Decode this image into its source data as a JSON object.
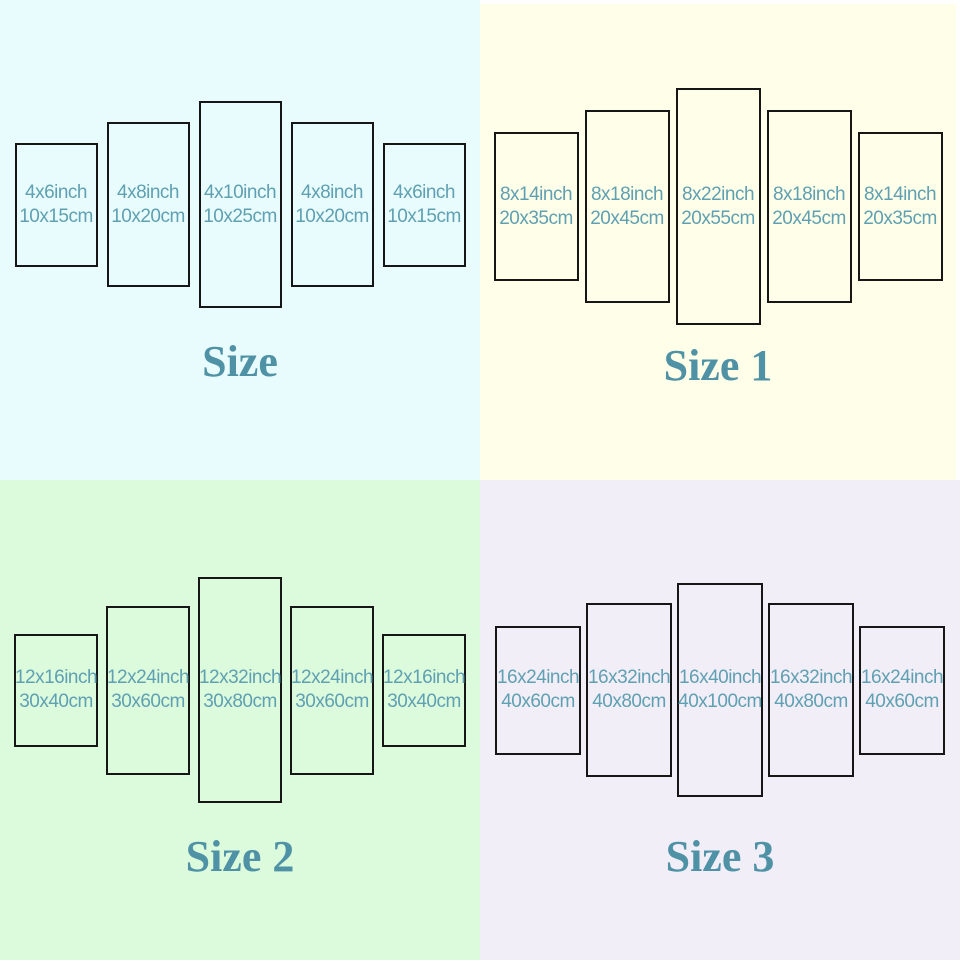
{
  "colors": {
    "page_background": "#ffffff",
    "quadrant_backgrounds": {
      "size": "#e8fcfd",
      "size_1": "#fffee8",
      "size_2": "#dcfbdd",
      "size_3": "#f2eef8"
    },
    "label_text": "#5fa0b2",
    "title_text": "#4f92a6",
    "panel_border": "#161616"
  },
  "quadrants": [
    {
      "title": "Size",
      "panels": [
        {
          "line1": "4x6inch",
          "line2": "10x15cm"
        },
        {
          "line1": "4x8inch",
          "line2": "10x20cm"
        },
        {
          "line1": "4x10inch",
          "line2": "10x25cm"
        },
        {
          "line1": "4x8inch",
          "line2": "10x20cm"
        },
        {
          "line1": "4x6inch",
          "line2": "10x15cm"
        }
      ]
    },
    {
      "title": "Size 1",
      "panels": [
        {
          "line1": "8x14inch",
          "line2": "20x35cm"
        },
        {
          "line1": "8x18inch",
          "line2": "20x45cm"
        },
        {
          "line1": "8x22inch",
          "line2": "20x55cm"
        },
        {
          "line1": "8x18inch",
          "line2": "20x45cm"
        },
        {
          "line1": "8x14inch",
          "line2": "20x35cm"
        }
      ]
    },
    {
      "title": "Size 2",
      "panels": [
        {
          "line1": "12x16inch",
          "line2": "30x40cm"
        },
        {
          "line1": "12x24inch",
          "line2": "30x60cm"
        },
        {
          "line1": "12x32inch",
          "line2": "30x80cm"
        },
        {
          "line1": "12x24inch",
          "line2": "30x60cm"
        },
        {
          "line1": "12x16inch",
          "line2": "30x40cm"
        }
      ]
    },
    {
      "title": "Size 3",
      "panels": [
        {
          "line1": "16x24inch",
          "line2": "40x60cm"
        },
        {
          "line1": "16x32inch",
          "line2": "40x80cm"
        },
        {
          "line1": "16x40inch",
          "line2": "40x100cm"
        },
        {
          "line1": "16x32inch",
          "line2": "40x80cm"
        },
        {
          "line1": "16x24inch",
          "line2": "40x60cm"
        }
      ]
    }
  ]
}
